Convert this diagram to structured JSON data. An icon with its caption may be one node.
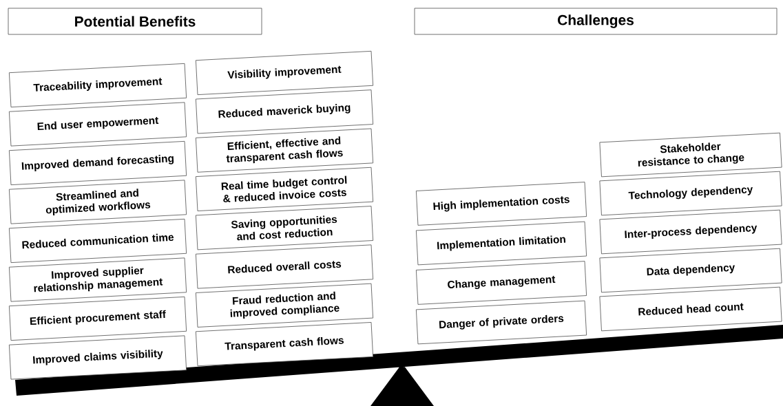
{
  "diagram": {
    "nodes": [
      {
        "text": [
          "Potential Benefits"
        ]
      },
      {
        "text": [
          "Traceability improvement"
        ]
      },
      {
        "text": [
          "End user empowerment"
        ]
      },
      {
        "text": [
          "Improved demand forecasting"
        ]
      },
      {
        "text": [
          "Streamlined and optimized workflows"
        ]
      },
      {
        "text": [
          "Reduced communication time"
        ]
      },
      {
        "text": [
          "Improved supplier relationship management"
        ]
      },
      {
        "text": [
          "Efficient procurement staff"
        ]
      },
      {
        "text": [
          "Improved claims visibility"
        ]
      },
      {
        "text": [
          "Visibility improvement"
        ]
      },
      {
        "text": [
          "Reduced maverick buying"
        ]
      },
      {
        "text": [
          "Efficient, effective and transparent cash flows"
        ]
      },
      {
        "text": [
          "Real time budget control & reduced invoice costs"
        ]
      },
      {
        "text": [
          "Saving opportunities and cost reduction"
        ]
      },
      {
        "text": [
          "Reduced overall costs"
        ]
      },
      {
        "text": [
          "Fraud reduction and improved compliance"
        ]
      },
      {
        "text": [
          "Transparent cash flows"
        ]
      },
      {
        "text": [
          "Challenges"
        ]
      },
      {
        "text": [
          "High implementation costs"
        ]
      },
      {
        "text": [
          "Implementation limitation"
        ]
      },
      {
        "text": [
          "Change management"
        ]
      },
      {
        "text": [
          "Danger of private orders"
        ]
      },
      {
        "text": [
          "Stakeholder resistance to change"
        ]
      },
      {
        "text": [
          "Technology dependency"
        ]
      },
      {
        "text": [
          "Inter-process dependency"
        ]
      },
      {
        "text": [
          "Data dependency"
        ]
      },
      {
        "text": [
          "Reduced head count"
        ]
      }
    ]
  }
}
